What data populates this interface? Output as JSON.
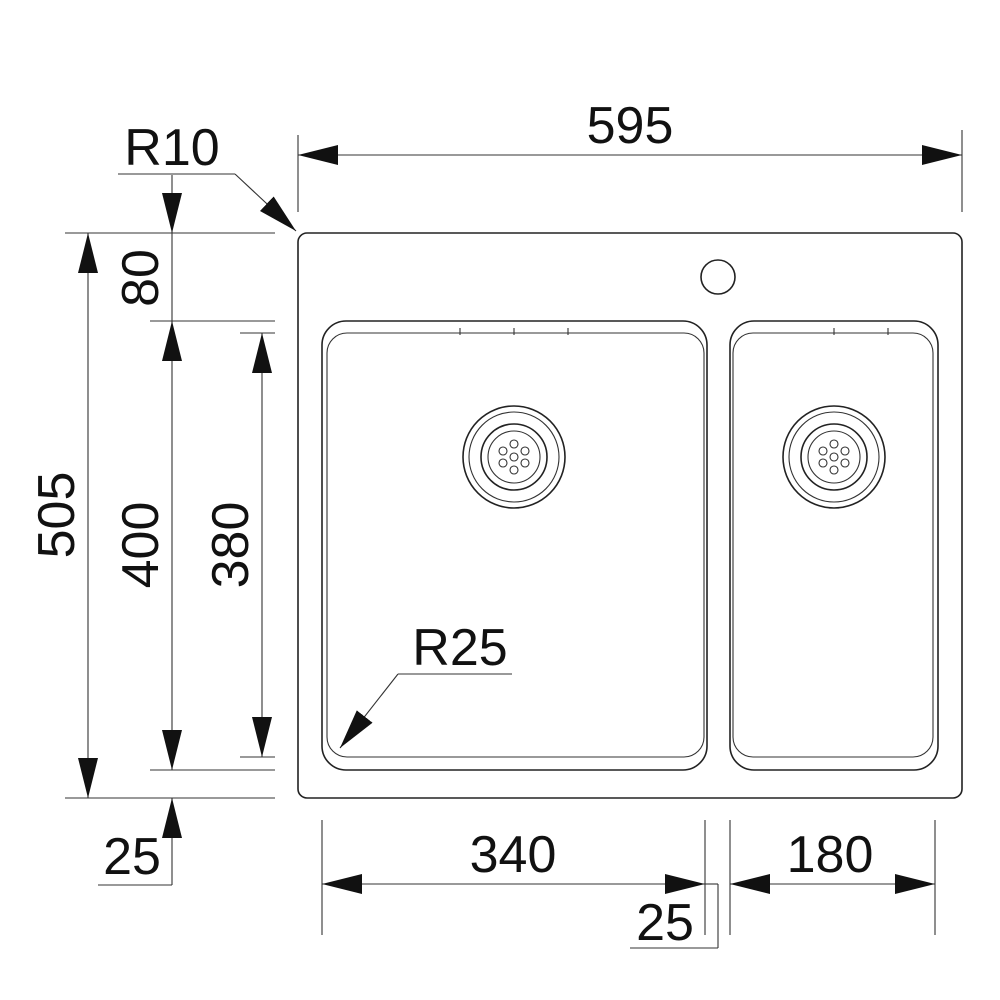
{
  "drawing": {
    "dimensions": {
      "overall_width": "595",
      "overall_depth": "505",
      "front_to_bowl": "80",
      "bowl_outer_depth": "400",
      "bowl_inner_depth": "380",
      "rear_margin": "25",
      "left_bowl_width": "340",
      "right_bowl_width": "180",
      "bowl_gap": "25",
      "corner_radius_outer": "R10",
      "corner_radius_bowl": "R25"
    },
    "colors": {
      "line": "#222222",
      "background": "#ffffff"
    }
  }
}
